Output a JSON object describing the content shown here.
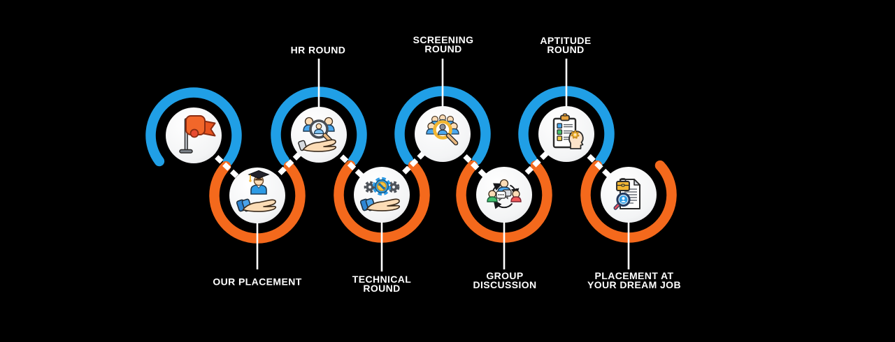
{
  "diagram": {
    "background": "#000000",
    "colors": {
      "blue_ring": "#209FE6",
      "orange_ring": "#F4691C",
      "connector": "#FFFFFF",
      "label_text": "#FFFFFF"
    },
    "steps": [
      {
        "name": "start-flag",
        "row": "top",
        "ring": "blue",
        "icon": "flag-icon",
        "label": ""
      },
      {
        "name": "our-placement",
        "row": "bottom",
        "ring": "orange",
        "icon": "graduate-hand-icon",
        "label": "OUR PLACEMENT"
      },
      {
        "name": "hr-round",
        "row": "top",
        "ring": "blue",
        "icon": "hr-search-hand-icon",
        "label": "HR ROUND"
      },
      {
        "name": "technical-round",
        "row": "bottom",
        "ring": "orange",
        "icon": "gears-hand-icon",
        "label": "TECHNICAL\nROUND"
      },
      {
        "name": "screening-round",
        "row": "top",
        "ring": "blue",
        "icon": "crowd-magnifier-icon",
        "label": "SCREENING\nROUND"
      },
      {
        "name": "group-discussion",
        "row": "bottom",
        "ring": "orange",
        "icon": "discussion-people-icon",
        "label": "GROUP\nDISCUSSION"
      },
      {
        "name": "aptitude-round",
        "row": "top",
        "ring": "blue",
        "icon": "checklist-head-gear-icon",
        "label": "APTITUDE\nROUND"
      },
      {
        "name": "placement-dream-job",
        "row": "bottom",
        "ring": "orange",
        "icon": "resume-magnifier-icon",
        "label": "PLACEMENT AT\nYOUR DREAM JOB"
      }
    ]
  }
}
